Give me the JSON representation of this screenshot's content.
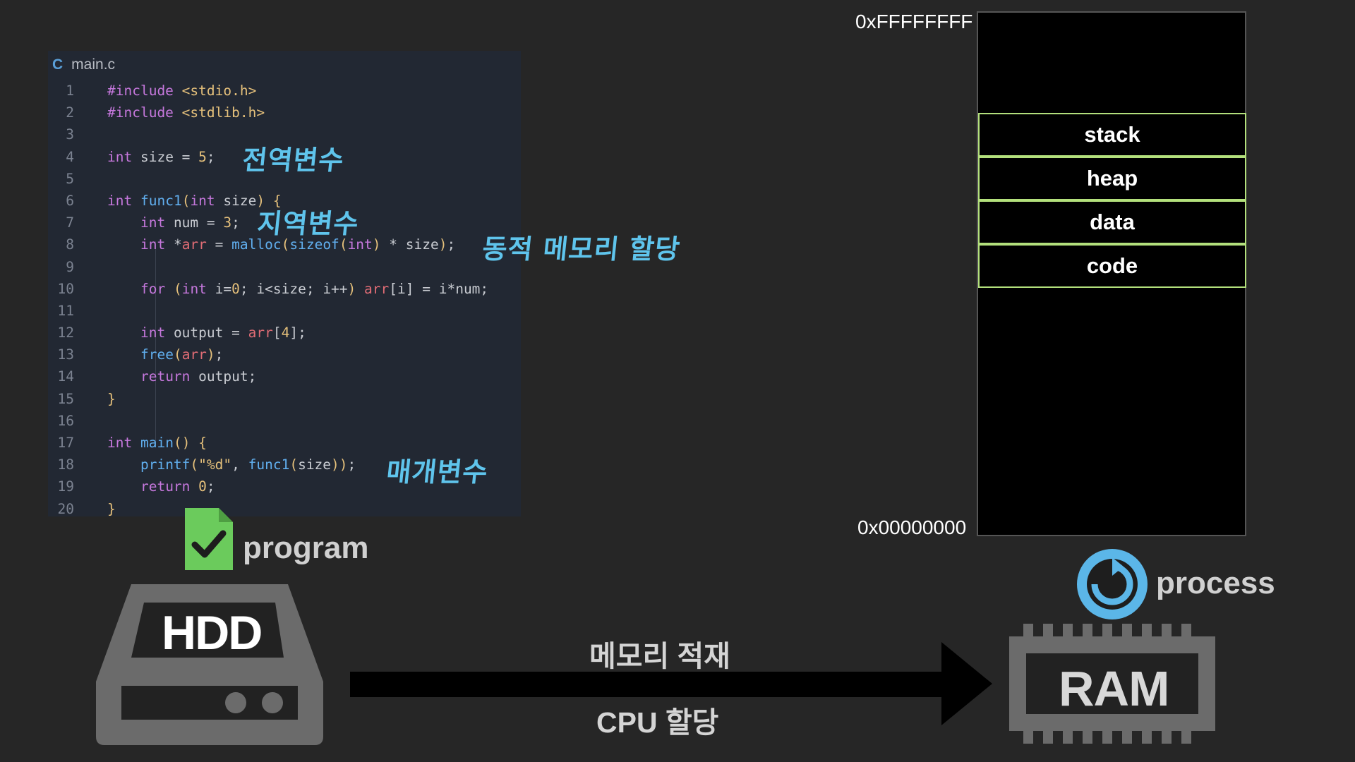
{
  "editor": {
    "language_badge": "C",
    "file_name": "main.c",
    "lines": [
      {
        "n": "1",
        "code": "#include <stdio.h>"
      },
      {
        "n": "2",
        "code": "#include <stdlib.h>"
      },
      {
        "n": "3",
        "code": ""
      },
      {
        "n": "4",
        "code": "int size = 5;"
      },
      {
        "n": "5",
        "code": ""
      },
      {
        "n": "6",
        "code": "int func1(int size) {"
      },
      {
        "n": "7",
        "code": "    int num = 3;"
      },
      {
        "n": "8",
        "code": "    int *arr = malloc(sizeof(int) * size);"
      },
      {
        "n": "9",
        "code": ""
      },
      {
        "n": "10",
        "code": "    for (int i=0; i<size; i++) arr[i] = i*num;"
      },
      {
        "n": "11",
        "code": ""
      },
      {
        "n": "12",
        "code": "    int output = arr[4];"
      },
      {
        "n": "13",
        "code": "    free(arr);"
      },
      {
        "n": "14",
        "code": "    return output;"
      },
      {
        "n": "15",
        "code": "}"
      },
      {
        "n": "16",
        "code": ""
      },
      {
        "n": "17",
        "code": "int main() {"
      },
      {
        "n": "18",
        "code": "    printf(\"%d\", func1(size));"
      },
      {
        "n": "19",
        "code": "    return 0;"
      },
      {
        "n": "20",
        "code": "}"
      }
    ]
  },
  "annotations": {
    "global_var": "전역변수",
    "local_var": "지역변수",
    "dynamic_alloc": "동적 메모리 할당",
    "parameter": "매개변수"
  },
  "memory": {
    "top_address": "0xFFFFFFFF",
    "bottom_address": "0x00000000",
    "segments": [
      "stack",
      "heap",
      "data",
      "code"
    ],
    "segment_border_color": "#b3e07c"
  },
  "labels": {
    "program": "program",
    "hdd": "HDD",
    "ram": "RAM",
    "process": "process",
    "arrow_top": "메모리 적재",
    "arrow_bottom": "CPU 할당"
  },
  "colors": {
    "background": "#262626",
    "program_icon": "#6bcb5c",
    "process_icon": "#5bb6e8",
    "device_gray": "#6b6b6b",
    "annotation": "#5fc4ec"
  }
}
